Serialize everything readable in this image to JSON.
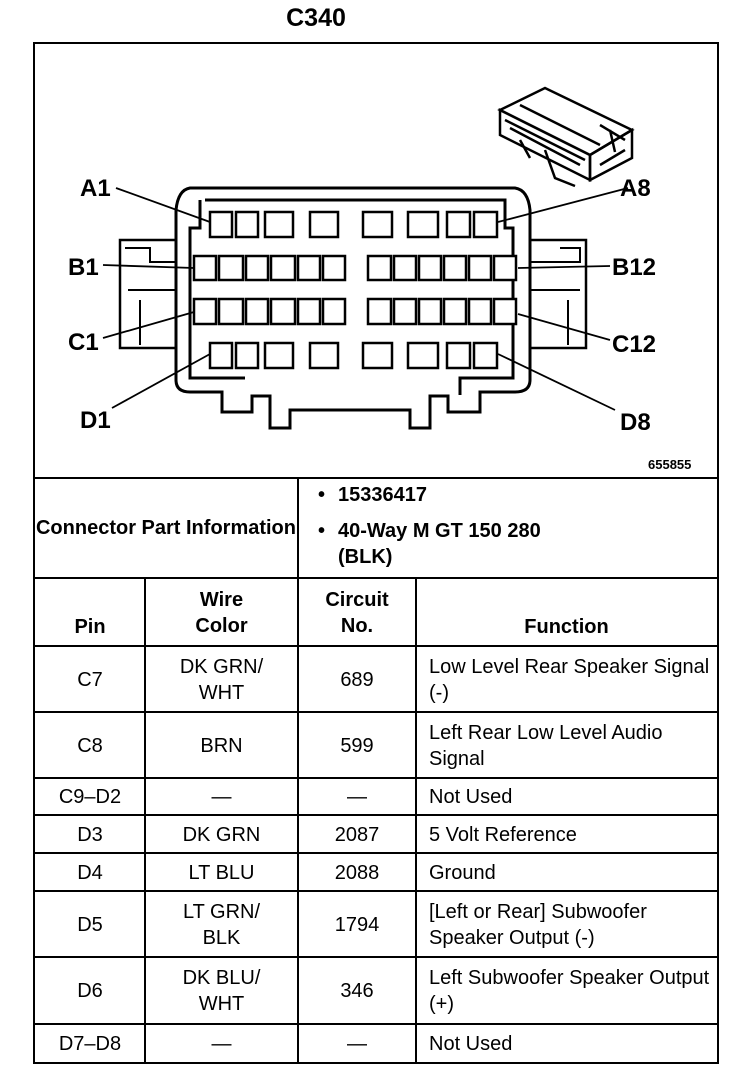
{
  "title": "C340",
  "diagram": {
    "figure_number": "655855",
    "pin_labels": [
      "A1",
      "A8",
      "B1",
      "B12",
      "C1",
      "C12",
      "D1",
      "D8"
    ]
  },
  "connector_info": {
    "label": "Connector Part Information",
    "items": [
      "15336417",
      "40-Way M GT 150 280 (BLK)"
    ]
  },
  "table": {
    "headers": {
      "pin": "Pin",
      "wire_color": "Wire Color",
      "circuit": "Circuit No.",
      "function": "Function"
    },
    "rows": [
      {
        "pin": "C7",
        "wire_color": "DK GRN/ WHT",
        "circuit": "689",
        "function": "Low Level Rear Speaker Signal (-)"
      },
      {
        "pin": "C8",
        "wire_color": "BRN",
        "circuit": "599",
        "function": "Left Rear Low Level Audio Signal"
      },
      {
        "pin": "C9–D2",
        "wire_color": "—",
        "circuit": "—",
        "function": "Not Used"
      },
      {
        "pin": "D3",
        "wire_color": "DK GRN",
        "circuit": "2087",
        "function": "5 Volt Reference"
      },
      {
        "pin": "D4",
        "wire_color": "LT BLU",
        "circuit": "2088",
        "function": "Ground"
      },
      {
        "pin": "D5",
        "wire_color": "LT GRN/ BLK",
        "circuit": "1794",
        "function": "[Left or Rear] Subwoofer Speaker Output (-)"
      },
      {
        "pin": "D6",
        "wire_color": "DK BLU/ WHT",
        "circuit": "346",
        "function": "Left Subwoofer Speaker Output (+)"
      },
      {
        "pin": "D7–D8",
        "wire_color": "—",
        "circuit": "—",
        "function": "Not Used"
      }
    ]
  }
}
